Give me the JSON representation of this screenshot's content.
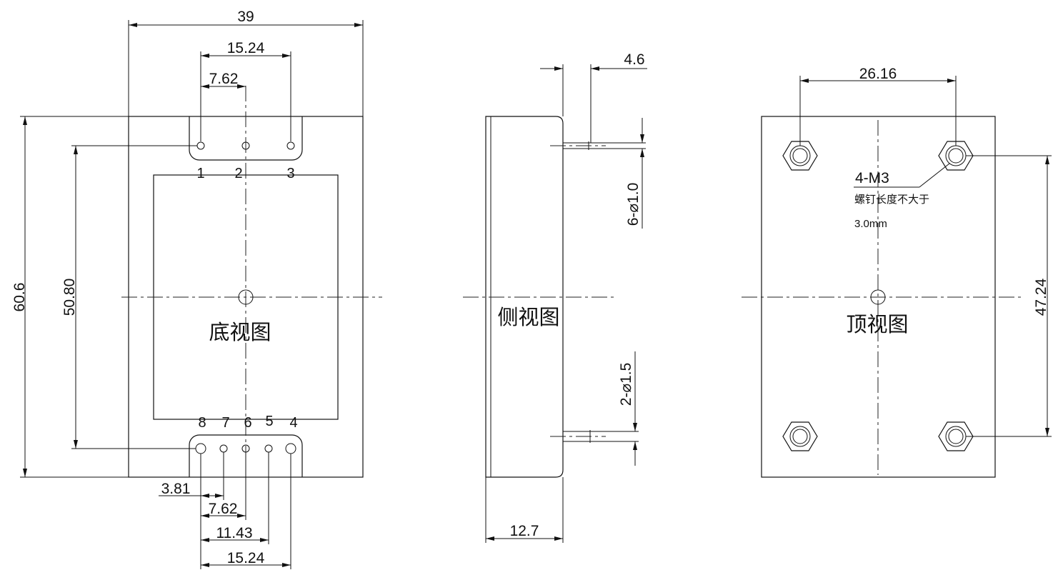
{
  "views": {
    "bottom": "底视图",
    "side": "侧视图",
    "top": "顶视图"
  },
  "dims": {
    "overall_width": "39",
    "top_pin_span": "15.24",
    "top_pin_pitch": "7.62",
    "overall_height": "60.6",
    "row_spacing": "50.80",
    "bottom_pitch_1": "3.81",
    "bottom_pitch_2": "7.62",
    "bottom_pitch_3": "11.43",
    "bottom_pitch_4": "15.24",
    "pin_length": "4.6",
    "thickness": "12.7",
    "small_pin_dia": "6-⌀1.0",
    "large_pin_dia": "2-⌀1.5",
    "screw_h_span": "26.16",
    "screw_v_span": "47.24"
  },
  "pins": {
    "top_row": [
      "1",
      "2",
      "3"
    ],
    "bottom_row": [
      "8",
      "7",
      "6",
      "5",
      "4"
    ]
  },
  "note": {
    "screw": "4-M3",
    "line1": "螺钉长度不大于",
    "line2": "3.0mm"
  }
}
